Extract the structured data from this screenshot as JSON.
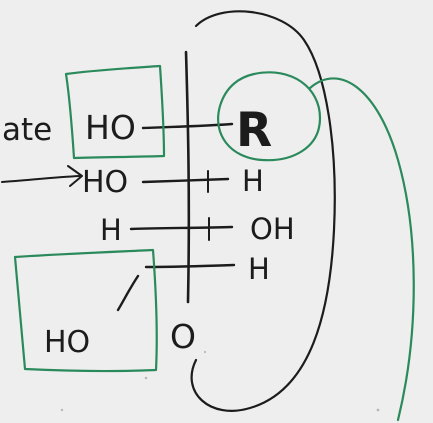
{
  "colors": {
    "paper": "#eeeeee",
    "ink": "#1c1c1c",
    "green": "#2a8a5c"
  },
  "labels": {
    "fragment": "ate",
    "top_left": "HO",
    "top_right": "R",
    "row2_left": "HO",
    "row2_right": "H",
    "row3_left": "H",
    "row3_right": "OH",
    "row4_right": "H",
    "box_bottom": "HO",
    "bottom": "O"
  }
}
